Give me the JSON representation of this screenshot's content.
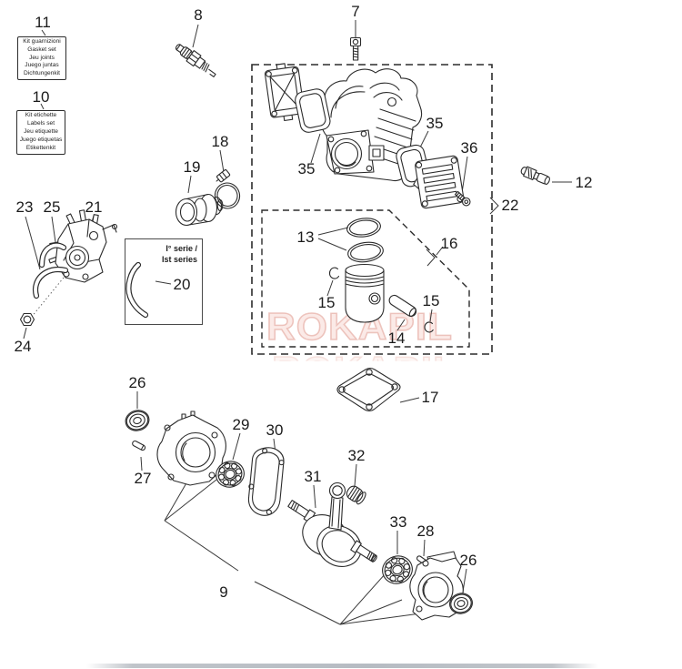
{
  "page": {
    "background": "#ffffff",
    "ink": "#2b2b2b"
  },
  "watermark": {
    "text": "ROKAPIL",
    "fill": "#f8d8d3",
    "stroke": "#e2a49a"
  },
  "kit_boxes": [
    {
      "number": "11",
      "lines": [
        "Kit guarnizioni",
        "Gasket set",
        "Jeu joints",
        "Juego juntas",
        "Dichtungenkit"
      ]
    },
    {
      "number": "10",
      "lines": [
        "Kit etichette",
        "Labels set",
        "Jeu etiquette",
        "Juego etiquetas",
        "Etikettenkit"
      ]
    }
  ],
  "series_box": {
    "line1": "I° serie /",
    "line2": "Ist series",
    "part_number": "20"
  },
  "callouts": {
    "c7": "7",
    "c8": "8",
    "c9": "9",
    "c12": "12",
    "c13": "13",
    "c14": "14",
    "c15a": "15",
    "c15b": "15",
    "c16": "16",
    "c17": "17",
    "c18": "18",
    "c19": "19",
    "c21": "21",
    "c22": "22",
    "c23": "23",
    "c24": "24",
    "c25": "25",
    "c26a": "26",
    "c26b": "26",
    "c27": "27",
    "c28": "28",
    "c29": "29",
    "c30": "30",
    "c31": "31",
    "c32": "32",
    "c33": "33",
    "c35a": "35",
    "c35b": "35",
    "c36": "36"
  },
  "bottom_bar_color": "#8d95a0"
}
